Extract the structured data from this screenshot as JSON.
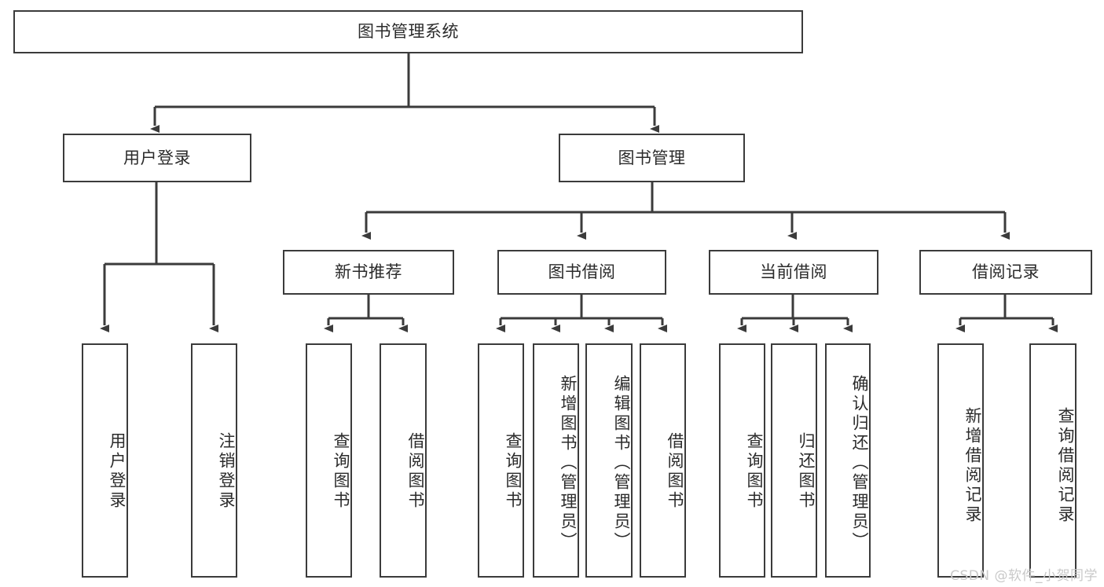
{
  "diagram": {
    "title": "图书管理系统",
    "type": "tree",
    "watermark": "CSDN @软件_小贺同学",
    "colors": {
      "background": "#ffffff",
      "node_fill": "#ffffff",
      "node_border": "#3b3b3b",
      "text": "#2b2b2b",
      "connector": "#3b3b3b",
      "watermark": "#c9c9c9"
    },
    "root": {
      "label": "图书管理系统"
    },
    "level2": [
      {
        "label": "用户登录"
      },
      {
        "label": "图书管理"
      }
    ],
    "level3": [
      {
        "label": "新书推荐"
      },
      {
        "label": "图书借阅"
      },
      {
        "label": "当前借阅"
      },
      {
        "label": "借阅记录"
      }
    ],
    "leaves": {
      "user_login": [
        {
          "label": "用户登录"
        },
        {
          "label": "注销登录"
        }
      ],
      "new_book_recommend": [
        {
          "label": "查询图书"
        },
        {
          "label": "借阅图书"
        }
      ],
      "book_borrow": [
        {
          "label": "查询图书"
        },
        {
          "label": "新增图书（管理员）"
        },
        {
          "label": "编辑图书（管理员）"
        },
        {
          "label": "借阅图书"
        }
      ],
      "current_borrow": [
        {
          "label": "查询图书"
        },
        {
          "label": "归还图书"
        },
        {
          "label": "确认归还（管理员）"
        }
      ],
      "borrow_record": [
        {
          "label": "新增借阅记录"
        },
        {
          "label": "查询借阅记录"
        }
      ]
    }
  }
}
